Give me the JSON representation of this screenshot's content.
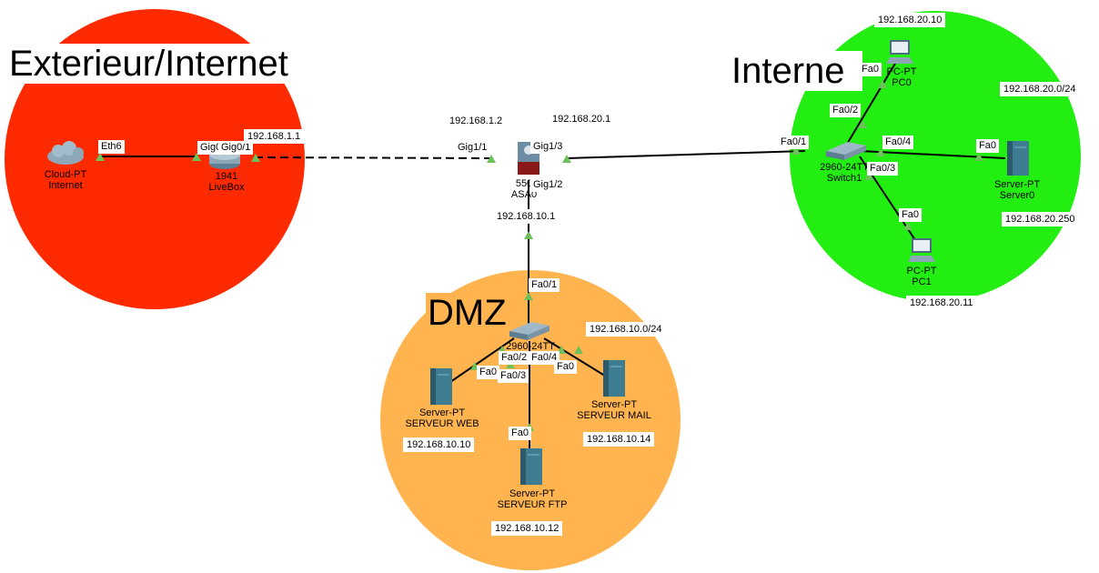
{
  "zones": {
    "internet": {
      "title": "Exterieur/Internet",
      "color": "#ff2a00"
    },
    "interne": {
      "title": "Interne",
      "color": "#22ee11"
    },
    "dmz": {
      "title": "DMZ",
      "color": "#ffb44f"
    }
  },
  "devices": {
    "cloud": {
      "type": "Cloud-PT",
      "name": "Internet"
    },
    "router": {
      "type": "1941",
      "name": "LiveBox"
    },
    "asa": {
      "type": "550",
      "name": "ASA0"
    },
    "switch1": {
      "type": "2960-24TT",
      "name": "Switch1"
    },
    "switch_dmz": {
      "type": "2960-24TT",
      "name": ""
    },
    "pc0": {
      "type": "PC-PT",
      "name": "PC0"
    },
    "pc1": {
      "type": "PC-PT",
      "name": "PC1"
    },
    "server0": {
      "type": "Server-PT",
      "name": "Server0"
    },
    "web": {
      "type": "Server-PT",
      "name": "SERVEUR WEB"
    },
    "ftp": {
      "type": "Server-PT",
      "name": "SERVEUR FTP"
    },
    "mail": {
      "type": "Server-PT",
      "name": "SERVEUR MAIL"
    }
  },
  "ports": {
    "cloud_eth6": "Eth6",
    "router_gig0": "Gig0",
    "router_gig01": "Gig0/1",
    "asa_gig11": "Gig1/1",
    "asa_gig13": "Gig1/3",
    "asa_gig12": "Gig1/2",
    "sw1_fa01": "Fa0/1",
    "sw1_fa02": "Fa0/2",
    "sw1_fa03": "Fa0/3",
    "sw1_fa04": "Fa0/4",
    "pc0_fa0": "Fa0",
    "pc1_fa0": "Fa0",
    "server0_fa0": "Fa0",
    "dmzsw_fa01": "Fa0/1",
    "dmzsw_fa02": "Fa0/2",
    "dmzsw_fa03": "Fa0/3",
    "dmzsw_fa04": "Fa0/4",
    "web_fa0": "Fa0",
    "ftp_fa0": "Fa0",
    "mail_fa0": "Fa0"
  },
  "addresses": {
    "router_wan": "192.168.1.1",
    "asa_outside": "192.168.1.2",
    "asa_inside": "192.168.20.1",
    "asa_dmz": "192.168.10.1",
    "lan_network": "192.168.20.0/24",
    "pc0": "192.168.20.10",
    "pc1": "192.168.20.11",
    "server0": "192.168.20.250",
    "dmz_network": "192.168.10.0/24",
    "web": "192.168.10.10",
    "ftp": "192.168.10.12",
    "mail": "192.168.10.14"
  }
}
